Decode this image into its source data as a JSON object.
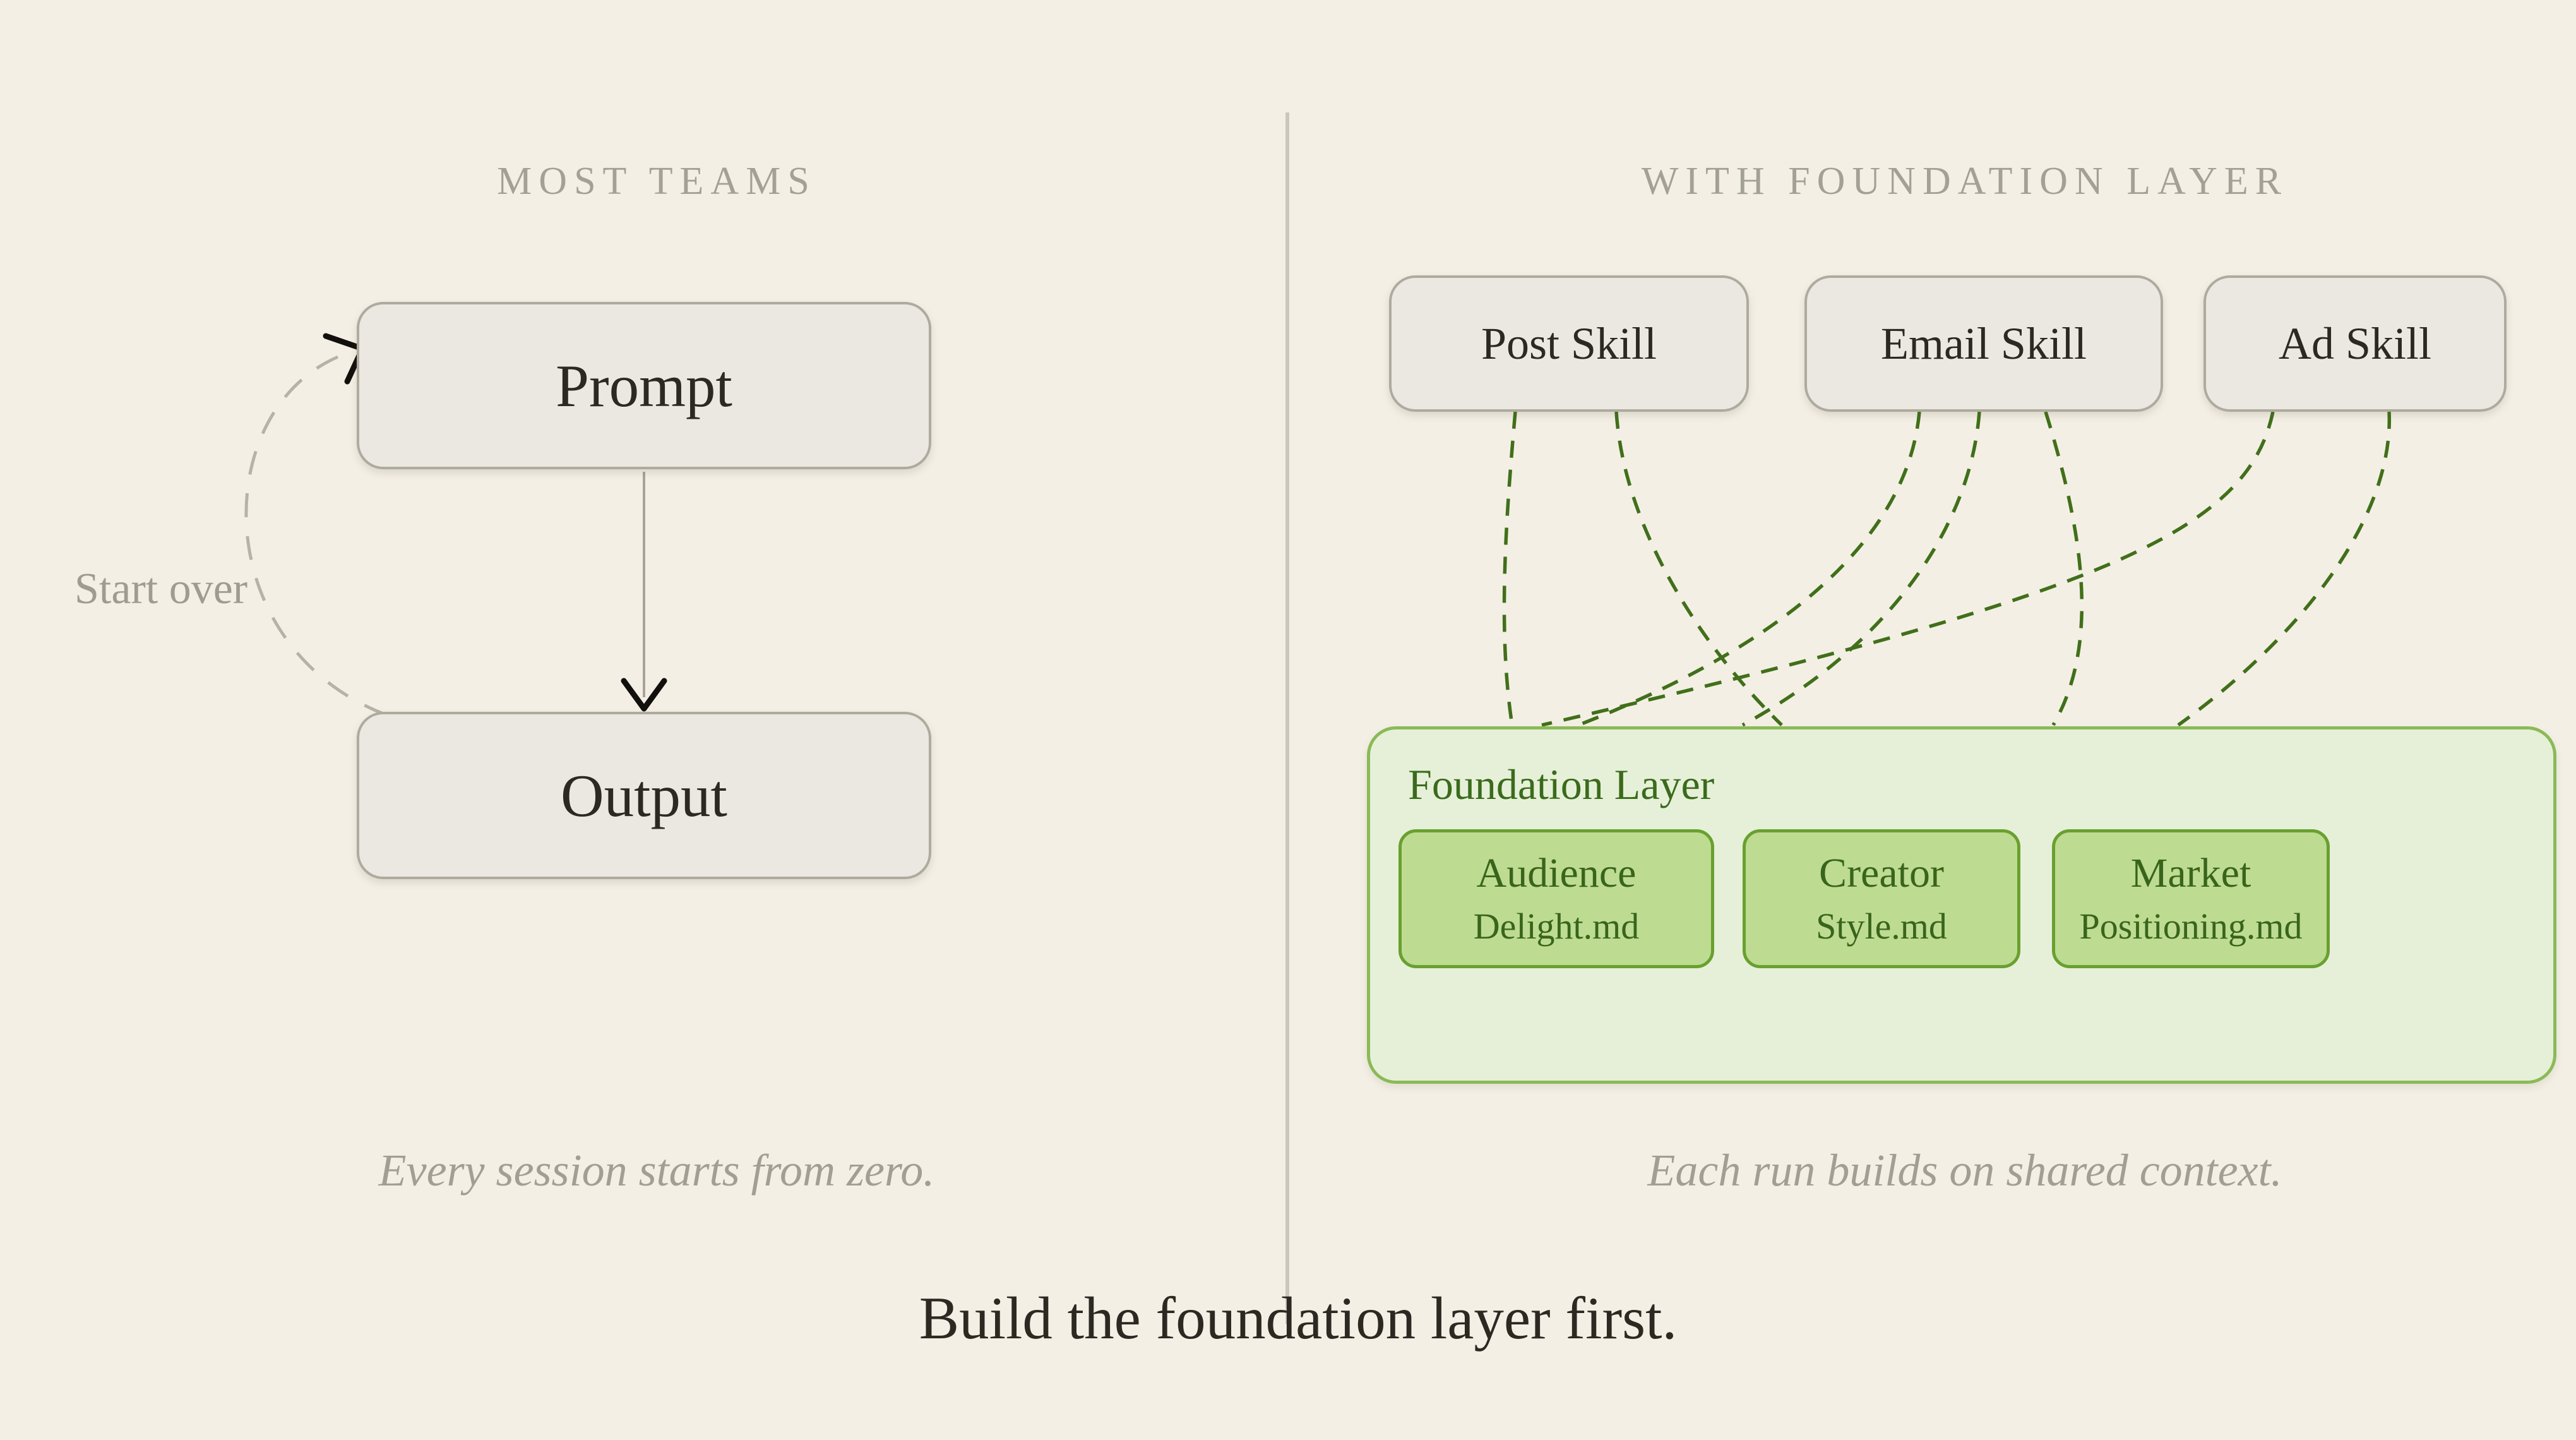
{
  "left_panel": {
    "title": "MOST TEAMS",
    "prompt_label": "Prompt",
    "output_label": "Output",
    "loop_label": "Start over",
    "caption": "Every session starts from zero."
  },
  "right_panel": {
    "title": "WITH FOUNDATION LAYER",
    "skills": [
      {
        "label": "Post Skill"
      },
      {
        "label": "Email Skill"
      },
      {
        "label": "Ad Skill"
      }
    ],
    "foundation": {
      "label": "Foundation Layer",
      "cards": [
        {
          "title": "Audience",
          "file": "Delight.md"
        },
        {
          "title": "Creator",
          "file": "Style.md"
        },
        {
          "title": "Market",
          "file": "Positioning.md"
        }
      ]
    },
    "caption": "Each run builds on shared context."
  },
  "footer": {
    "headline": "Build the foundation layer first."
  },
  "colors": {
    "background": "#f4efe5",
    "divider": "#cbc7ba",
    "muted_text": "#a3a096",
    "box_fill": "#ebe8e1",
    "box_border": "#aeaa9e",
    "box_text": "#2c2923",
    "connector_green": "#40701a",
    "foundation_fill": "#e6f0d8",
    "foundation_border": "#8aba58",
    "foundation_text": "#3a6b1c",
    "card_fill": "#bedb92",
    "card_border": "#69a02f",
    "card_text": "#38651b",
    "loop_dash": "#b6b2a7",
    "arrowhead_black": "#12100d"
  }
}
